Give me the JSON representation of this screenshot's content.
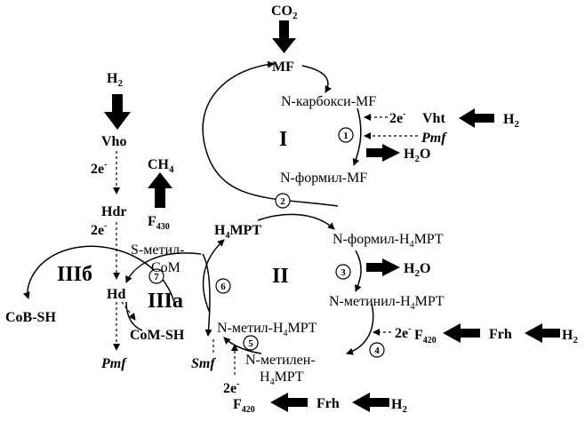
{
  "labels": {
    "co2": "CO",
    "co2_sub": "2",
    "mf": "MF",
    "n_carboxy_mf": "N-карбокси-MF",
    "e1_a": "2e",
    "e1_sup": "-",
    "vht": "Vht",
    "h2_a": "H",
    "h2_a_sub": "2",
    "pmf_top": "Pmf",
    "roman_1": "I",
    "h2o_1": "H",
    "h2o_1_sub": "2",
    "h2o_1_o": "O",
    "n_formyl_mf": "N-формил-MF",
    "h2_left": "H",
    "h2_left_sub": "2",
    "vho": "Vho",
    "e_left1": "2e",
    "e_left1_sup": "-",
    "hdr": "Hdr",
    "e_left2": "2e",
    "e_left2_sup": "-",
    "ch4": "CH",
    "ch4_sub": "4",
    "f430": "F",
    "f430_sub": "430",
    "h4mpt": "H",
    "h4mpt_sub": "4",
    "h4mpt_rest": "MPT",
    "n_formyl_h4mpt": "N-формил-H",
    "n_formyl_h4mpt_sub": "4",
    "n_formyl_h4mpt_rest": "MPT",
    "s_methyl": "S-метил-",
    "com": "CoM",
    "roman_2": "II",
    "h2o_2": "H",
    "h2o_2_sub": "2",
    "h2o_2_o": "O",
    "roman_3b": "IIIб",
    "hd": "Hd",
    "roman_3a": "IIIa",
    "n_methenyl": "N-метинил-H",
    "n_methenyl_sub": "4",
    "n_methenyl_rest": "MPT",
    "cob_sh": "CoB-SH",
    "com_sh": "CoM-SH",
    "n_methyl": "N-метил-H",
    "n_methyl_sub": "4",
    "n_methyl_rest": "MPT",
    "e_right": "2e",
    "e_right_sup": "-",
    "f420_right": "F",
    "f420_right_sub": "420",
    "frh_right": "Frh",
    "h2_right": "H",
    "h2_right_sub": "2",
    "pmf_bottom": "Pmf",
    "smf": "Smf",
    "n_methylene": "N-метилен-",
    "h4mpt2": "H",
    "h4mpt2_sub": "4",
    "h4mpt2_rest": "MPT",
    "e_bottom": "2e",
    "e_bottom_sup": "-",
    "f420_bottom": "F",
    "f420_bottom_sub": "420",
    "frh_bottom": "Frh",
    "h2_bottom": "H",
    "h2_bottom_sub": "2"
  },
  "steps": [
    "1",
    "2",
    "3",
    "4",
    "5",
    "6",
    "7"
  ]
}
